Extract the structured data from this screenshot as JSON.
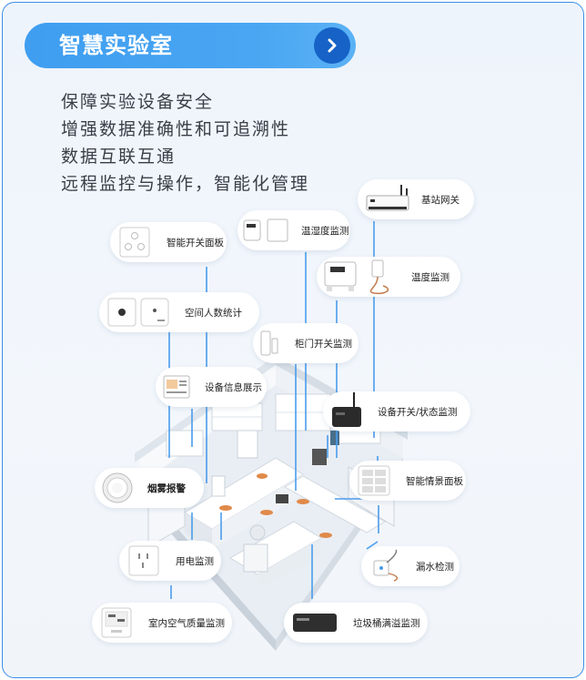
{
  "header": {
    "title": "智慧实验室",
    "arrow_icon": "chevron-right-icon"
  },
  "features": [
    "保障实验设备安全",
    "增强数据准确性和可追溯性",
    "数据互联互通",
    "远程监控与操作，智能化管理"
  ],
  "devices": {
    "gateway": "基站网关",
    "temp_humidity": "温湿度监测",
    "smart_switch": "智能开关面板",
    "temperature": "温度监测",
    "people_count": "空间人数统计",
    "cabinet_door": "柜门开关监测",
    "device_info": "设备信息展示",
    "device_status": "设备开关/状态监测",
    "smart_scene": "智能情景面板",
    "smoke_alarm": "烟雾报警",
    "power": "用电监测",
    "water_leak": "漏水检测",
    "air_quality": "室内空气质量监测",
    "trash_overflow": "垃圾桶满溢监测"
  },
  "colors": {
    "accent": "#3f9ef0",
    "accent_dark": "#1662c7",
    "border": "#3a8ee8",
    "text": "#3a3f47"
  }
}
